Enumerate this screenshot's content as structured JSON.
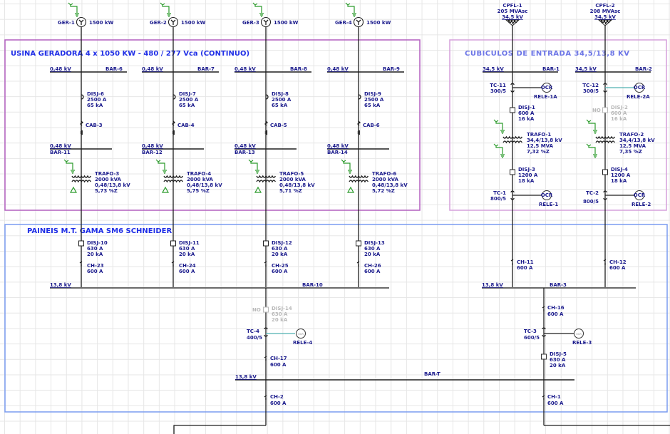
{
  "areas": {
    "usina": {
      "title": "USINA GERADORA   4 x 1050 KW - 480 / 277 Vca   (CONTINUO)",
      "color": "#b25fbf"
    },
    "cubiculos": {
      "title": "CUBICULOS  DE  ENTRADA  34,5/13,8 KV",
      "color": "#d6a0dc"
    },
    "paineis": {
      "title": "PAINEIS M.T. GAMA SM6 SCHNEIDER",
      "color": "#7a9cf0"
    }
  },
  "colors": {
    "label": "#1a1a8c",
    "ground": "#2a9a2a",
    "relay_link": "#4fb0b0",
    "disabled": "#b9b9b9",
    "wire": "#1e1e1e"
  },
  "generators": [
    {
      "id": "GER-1",
      "rating": "1500 kW"
    },
    {
      "id": "GER-2",
      "rating": "1500 kW"
    },
    {
      "id": "GER-3",
      "rating": "1500 kW"
    },
    {
      "id": "GER-4",
      "rating": "1500 kW"
    }
  ],
  "gen_buses": [
    {
      "kv": "0,48 kV",
      "id": "BAR-6"
    },
    {
      "kv": "0,48 kV",
      "id": "BAR-7"
    },
    {
      "kv": "0,48 kV",
      "id": "BAR-8"
    },
    {
      "kv": "0,48 kV",
      "id": "BAR-9"
    }
  ],
  "gen_breakers": [
    {
      "id": "DISJ-6",
      "current": "2500 A",
      "icc": "65 kA"
    },
    {
      "id": "DISJ-7",
      "current": "2500 A",
      "icc": "65 kA"
    },
    {
      "id": "DISJ-8",
      "current": "2500 A",
      "icc": "65 kA"
    },
    {
      "id": "DISJ-9",
      "current": "2500 A",
      "icc": "65 kA"
    }
  ],
  "cables": [
    {
      "id": "CAB-3"
    },
    {
      "id": "CAB-4"
    },
    {
      "id": "CAB-5"
    },
    {
      "id": "CAB-6"
    }
  ],
  "lv_buses": [
    {
      "kv": "0,48 kV",
      "id": "BAR-11"
    },
    {
      "kv": "0,48 kV",
      "id": "BAR-12"
    },
    {
      "kv": "0,48 kV",
      "id": "BAR-13"
    },
    {
      "kv": "0,48 kV",
      "id": "BAR-14"
    }
  ],
  "step_up_trafos": [
    {
      "id": "TRAFO-3",
      "power": "2000 kVA",
      "ratio": "0,48/13,8 kV",
      "z": "5,73 %Z"
    },
    {
      "id": "TRAFO-4",
      "power": "2000 kVA",
      "ratio": "0,48/13,8 kV",
      "z": "5,75 %Z"
    },
    {
      "id": "TRAFO-5",
      "power": "2000 kVA",
      "ratio": "0,48/13,8 kV",
      "z": "5,71 %Z"
    },
    {
      "id": "TRAFO-6",
      "power": "2000 kVA",
      "ratio": "0,48/13,8 kV",
      "z": "5,72 %Z"
    }
  ],
  "mt_breakers": [
    {
      "id": "DISJ-10",
      "current": "630 A",
      "icc": "20 kA"
    },
    {
      "id": "DISJ-11",
      "current": "630 A",
      "icc": "20 kA"
    },
    {
      "id": "DISJ-12",
      "current": "630 A",
      "icc": "20 kA"
    },
    {
      "id": "DISJ-13",
      "current": "630 A",
      "icc": "20 kA"
    }
  ],
  "mt_switches": [
    {
      "id": "CH-23",
      "current": "600 A"
    },
    {
      "id": "CH-24",
      "current": "600 A"
    },
    {
      "id": "CH-25",
      "current": "600 A"
    },
    {
      "id": "CH-26",
      "current": "600 A"
    }
  ],
  "bar10": {
    "kv": "13,8 kV",
    "id": "BAR-10"
  },
  "utilities": [
    {
      "id": "CPFL-1",
      "sc": "205 MVAsc",
      "kv": "34,5 kV"
    },
    {
      "id": "CPFL-2",
      "sc": "208 MVAsc",
      "kv": "34,5 kV"
    }
  ],
  "in_buses": [
    {
      "kv": "34,5 kV",
      "id": "BAR-1"
    },
    {
      "kv": "34,5 kV",
      "id": "BAR-2"
    }
  ],
  "in_cts": [
    {
      "id": "TC-11",
      "ratio": "300/5",
      "relay": "RELE-1A"
    },
    {
      "id": "TC-12",
      "ratio": "300/5",
      "relay": "RELE-2A"
    }
  ],
  "in_breakers": [
    {
      "id": "DISJ-1",
      "current": "600 A",
      "icc": "16 kA",
      "state": ""
    },
    {
      "id": "DISJ-2",
      "current": "600 A",
      "icc": "16 kA",
      "state": "NO"
    }
  ],
  "in_trafos": [
    {
      "id": "TRAFO-1",
      "ratio": "34,4/13,8 kV",
      "power": "12,5 MVA",
      "z": "7,32 %Z"
    },
    {
      "id": "TRAFO-2",
      "ratio": "34,4/13,8 kV",
      "power": "12,5 MVA",
      "z": "7,35 %Z"
    }
  ],
  "out_breakers": [
    {
      "id": "DISJ-3",
      "current": "1200 A",
      "icc": "18 kA"
    },
    {
      "id": "DISJ-4",
      "current": "1200 A",
      "icc": "18 kA"
    }
  ],
  "out_cts": [
    {
      "id": "TC-1",
      "ratio": "800/5",
      "relay": "RELE-1"
    },
    {
      "id": "TC-2",
      "ratio": "800/5",
      "relay": "RELE-2"
    }
  ],
  "in_switches": [
    {
      "id": "CH-11",
      "current": "600 A"
    },
    {
      "id": "CH-12",
      "current": "600 A"
    }
  ],
  "bar3": {
    "kv": "13,8 kV",
    "id": "BAR-3"
  },
  "tie_left": {
    "breaker": {
      "id": "DISJ-14",
      "current": "630 A",
      "icc": "20 kA",
      "state": "NO"
    },
    "ct": {
      "id": "TC-4",
      "ratio": "400/5",
      "relay": "RELE-4"
    },
    "switch": {
      "id": "CH-17",
      "current": "600 A"
    },
    "switch2": {
      "id": "CH-2",
      "current": "600 A"
    }
  },
  "tie_right": {
    "switch": {
      "id": "CH-16",
      "current": "600 A"
    },
    "ct": {
      "id": "TC-3",
      "ratio": "600/5",
      "relay": "RELE-3"
    },
    "breaker": {
      "id": "DISJ-5",
      "current": "630 A",
      "icc": "20 kA"
    },
    "switch2": {
      "id": "CH-1",
      "current": "600 A"
    }
  },
  "bart": {
    "kv": "13,8 kV",
    "id": "BAR-T"
  },
  "relay_glyph": "OCR"
}
